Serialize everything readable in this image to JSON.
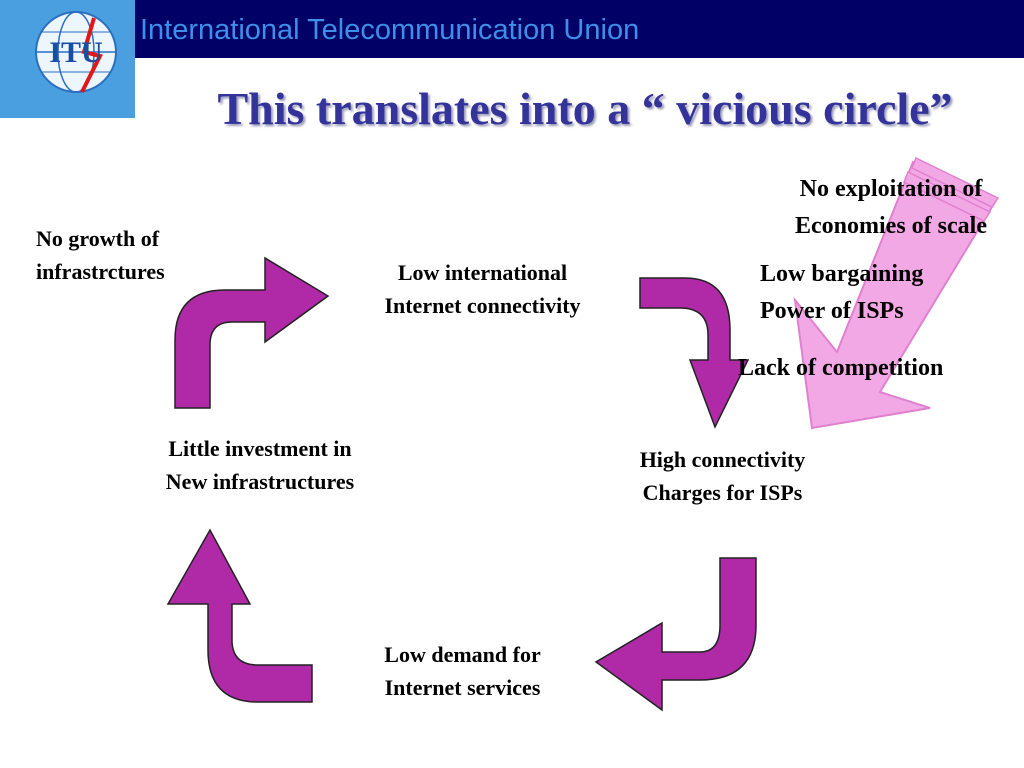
{
  "header": {
    "org_name": "International Telecommunication Union"
  },
  "logo": {
    "text": "ITU",
    "icon": "itu-globe-logo"
  },
  "slide": {
    "title": "This translates into a “ vicious circle”"
  },
  "cycle": {
    "nodes": [
      {
        "id": "low-connectivity",
        "label": "Low international\nInternet connectivity"
      },
      {
        "id": "high-charges",
        "label": "High connectivity\n Charges for ISPs"
      },
      {
        "id": "low-demand",
        "label": "Low demand for\n Internet services"
      },
      {
        "id": "little-investment",
        "label": "Little investment in\nNew infrastructures"
      }
    ],
    "side_note": "No growth of\ninfrastrctures"
  },
  "factors": {
    "items": [
      "No exploitation of\nEconomies of scale",
      "Low bargaining\nPower of ISPs",
      "Lack of competition"
    ]
  },
  "colors": {
    "header_bg": "#000066",
    "header_text": "#3d8fe8",
    "title": "#333399",
    "cycle_arrow": "#b02aa8",
    "factor_arrow": "#f2a8e4"
  }
}
